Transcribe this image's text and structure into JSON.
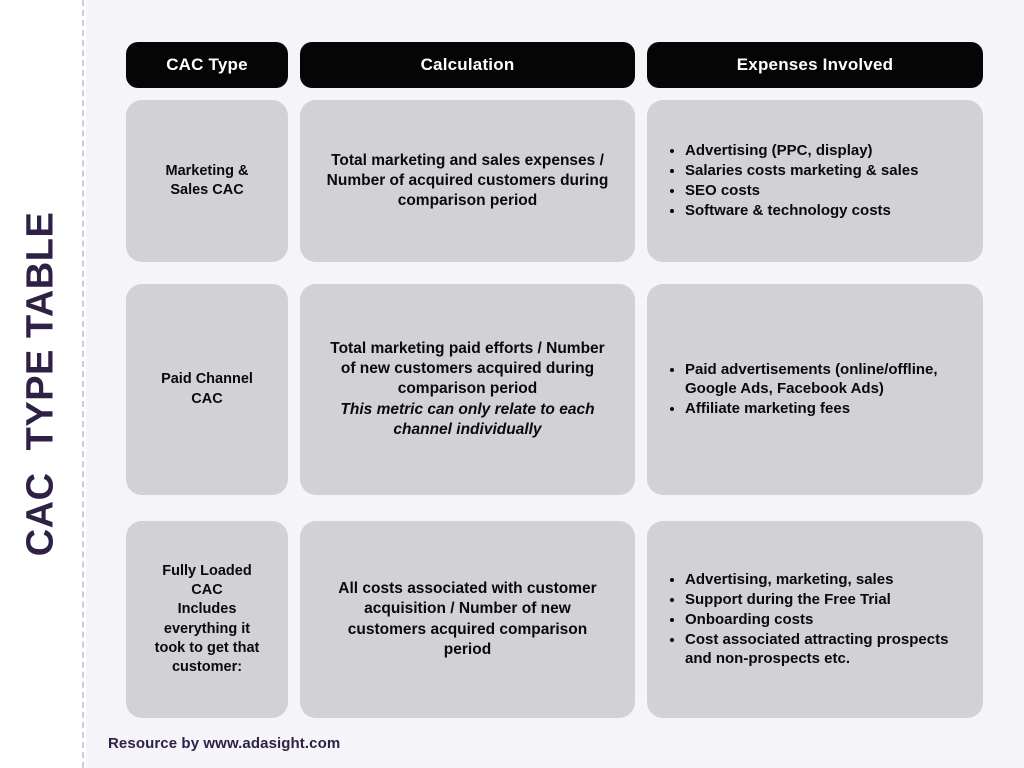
{
  "title": "CAC  TYPE TABLE",
  "colors": {
    "page_background": "#ffffff",
    "stage_background": "#f5f4f9",
    "cell_background": "#d2d1d5",
    "header_background": "#050505",
    "header_text": "#ffffff",
    "accent_purple": "#2e2145",
    "rail_divider": "#cfc7e4"
  },
  "table": {
    "headers": [
      {
        "label": "CAC Type"
      },
      {
        "label": "Calculation"
      },
      {
        "label": "Expenses Involved"
      }
    ],
    "rows": [
      {
        "type": "Marketing &\nSales CAC",
        "calculation": "Total marketing and sales expenses /\nNumber of acquired customers during\ncomparison period",
        "calculation_note": "",
        "expenses": [
          "Advertising  (PPC, display)",
          "Salaries costs marketing & sales",
          "SEO costs",
          "Software & technology costs"
        ]
      },
      {
        "type": "Paid Channel\nCAC",
        "calculation": "Total marketing paid efforts / Number\nof new customers acquired during\ncomparison period",
        "calculation_note": "This metric can only relate to each\nchannel individually",
        "expenses": [
          "Paid advertisements (online/offline, Google Ads, Facebook Ads)",
          "Affiliate marketing fees"
        ]
      },
      {
        "type": "Fully Loaded\nCAC\nIncludes\neverything it\ntook to get that\ncustomer:",
        "calculation": "All costs associated with customer\nacquisition / Number of new\ncustomers acquired comparison\nperiod",
        "calculation_note": "",
        "expenses": [
          "Advertising, marketing, sales",
          "Support during the Free Trial",
          "Onboarding costs",
          "Cost associated attracting prospects and non-prospects etc."
        ]
      }
    ]
  },
  "footer": {
    "text": "Resource by www.adasight.com"
  }
}
